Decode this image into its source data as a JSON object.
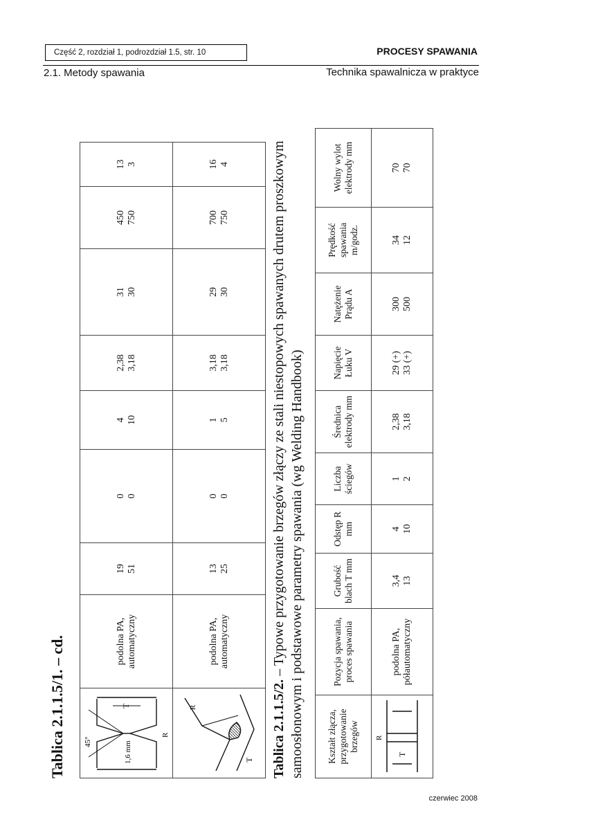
{
  "header": {
    "ref": "Część 2, rozdział 1, podrozdział 1.5, str. 10",
    "section": "PROCESY SPAWANIA",
    "chapter": "2.1. Metody spawania",
    "book": "Technika spawalnicza w praktyce"
  },
  "footer": {
    "date": "czerwiec 2008"
  },
  "table1": {
    "caption": "Tablica 2.1.1.5/1. – cd.",
    "rows": [
      {
        "diagram_labels": [
          "45°",
          "T",
          "R",
          "1,6 mm"
        ],
        "position": "podolna PA, automatyczny",
        "cells": [
          [
            "19",
            "51"
          ],
          [
            "0",
            "0"
          ],
          [
            "4",
            "10"
          ],
          [
            "2,38",
            "3,18"
          ],
          [
            "31",
            "30"
          ],
          [
            "450",
            "750"
          ],
          [
            "13",
            "3"
          ]
        ]
      },
      {
        "diagram_labels": [
          "R",
          "T"
        ],
        "position": "podolna PA, automatyczny",
        "cells": [
          [
            "13",
            "25"
          ],
          [
            "0",
            "0"
          ],
          [
            "1",
            "5"
          ],
          [
            "3,18",
            "3,18"
          ],
          [
            "29",
            "30"
          ],
          [
            "700",
            "750"
          ],
          [
            "16",
            "4"
          ]
        ]
      }
    ]
  },
  "table2": {
    "caption_bold": "Tablica 2.1.1.5/2.",
    "caption_rest": " – Typowe przygotowanie brzegów złączy ze stali niestopowych spawanych drutem proszkowym samoosłonowym i podstawowe parametry spawania (wg Welding Handbook)",
    "headers": [
      "Kształt złącza, przygotowanie brzegów",
      "Pozycja spawania, proces spawania",
      "Grubość blach T mm",
      "Odstęp R mm",
      "Liczba ściegów",
      "Średnica elektrody mm",
      "Napięcie Łuku V",
      "Natężenie Prądu A",
      "Prędkość spawania m/godz.",
      "Wolny wylot elektrody mm"
    ],
    "row": {
      "diagram_labels": [
        "R",
        "T"
      ],
      "position": "podolna PA, półautomatyczny",
      "cells": [
        [
          "3,4",
          "13"
        ],
        [
          "4",
          "10"
        ],
        [
          "1",
          "2"
        ],
        [
          "2,38",
          "3,18"
        ],
        [
          "29 (+)",
          "33 (+)"
        ],
        [
          "300",
          "500"
        ],
        [
          "34",
          "12"
        ],
        [
          "70",
          "70"
        ]
      ]
    }
  }
}
